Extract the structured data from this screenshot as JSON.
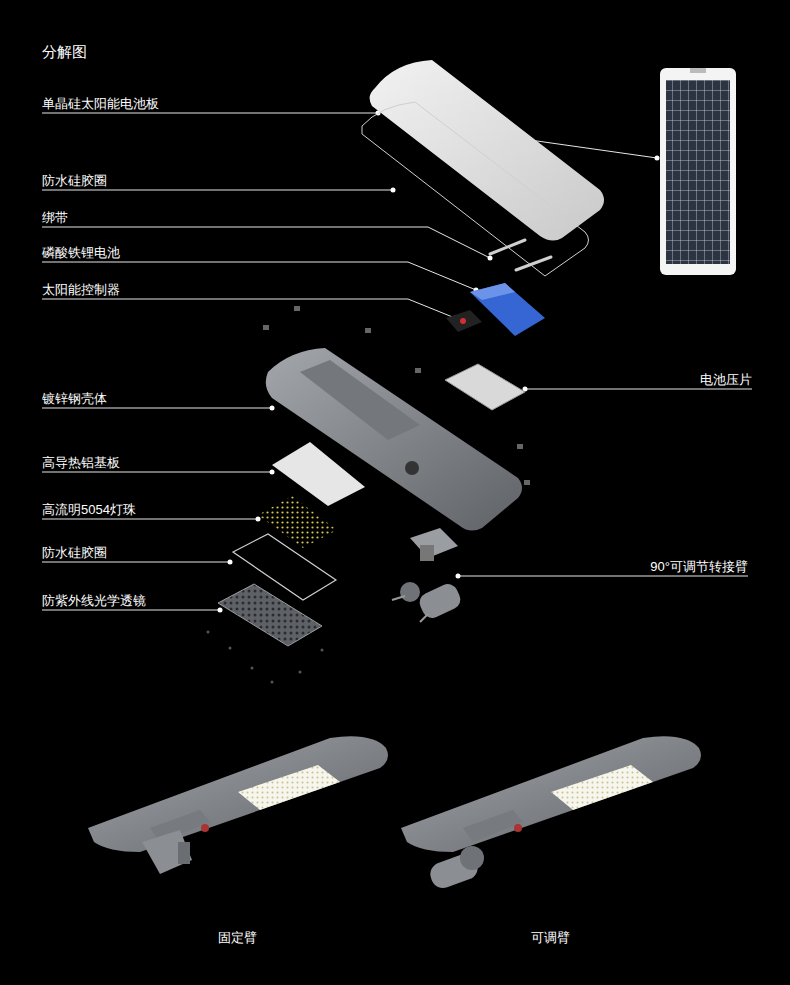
{
  "diagram": {
    "title": "分解图",
    "labels": [
      "单晶硅太阳能电池板",
      "防水硅胶圈",
      "绑带",
      "磷酸铁锂电池",
      "太阳能控制器",
      "镀锌钢壳体",
      "高导热铝基板",
      "高流明5054灯珠",
      "防水硅胶圈",
      "防紫外线光学透镜",
      "电池压片",
      "90°可调节转接臂",
      "固定臂",
      "可调臂"
    ]
  }
}
